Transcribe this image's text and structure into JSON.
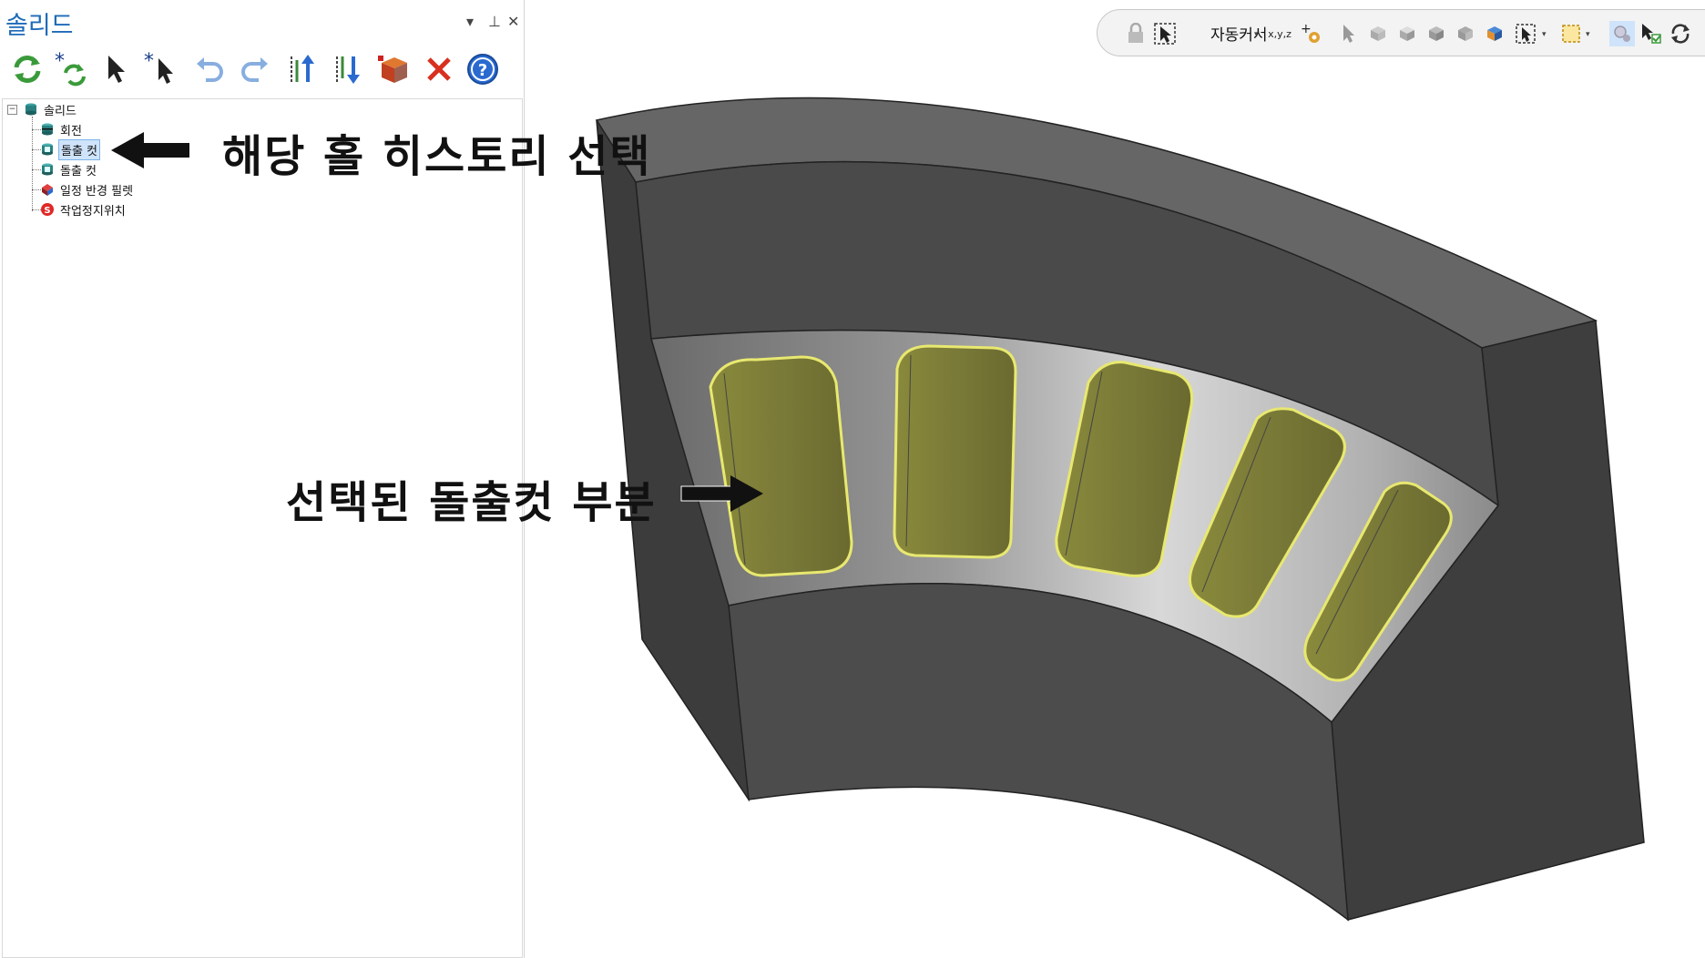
{
  "panel": {
    "title": "솔리드",
    "controls": {
      "dropdown": "▾",
      "pin": "⊥",
      "close": "✕"
    }
  },
  "toolbar": {
    "icons": [
      "refresh-icon",
      "refresh-all-icon",
      "select-arrow-icon",
      "multi-select-icon",
      "undo-icon",
      "redo-icon",
      "move-up-icon",
      "move-down-icon",
      "solid-box-icon",
      "delete-icon",
      "help-icon"
    ]
  },
  "tree": {
    "root": "솔리드",
    "items": [
      {
        "label": "회전",
        "icon": "revolve-icon",
        "selected": false
      },
      {
        "label": "돌출 컷",
        "icon": "extrude-cut-icon",
        "selected": true
      },
      {
        "label": "돌출 컷",
        "icon": "extrude-cut-icon",
        "selected": false
      },
      {
        "label": "일정 반경 필렛",
        "icon": "fillet-icon",
        "selected": false
      },
      {
        "label": "작업정지위치",
        "icon": "stop-icon",
        "selected": false
      }
    ]
  },
  "annotations": {
    "history_select": "해당 홀 히스토리 선택",
    "selected_part": "선택된 돌출컷 부분"
  },
  "view_toolbar": {
    "autocursor": "자동커서",
    "xyz": "x,y,z"
  },
  "colors": {
    "title_blue": "#1e6bb8",
    "selection_yellow": "#d8d870",
    "model_dark": "#4a4a4a"
  }
}
